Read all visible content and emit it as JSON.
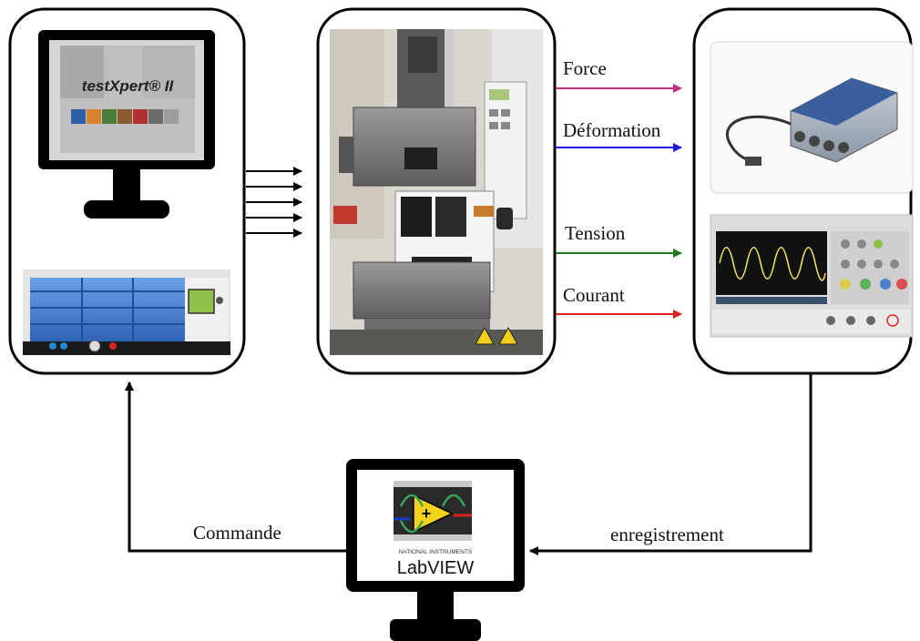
{
  "left_panel": {
    "software_logo_text": "testXpert® II"
  },
  "right_panel": {},
  "arrows": {
    "force_label": "Force",
    "deformation_label": "Déformation",
    "voltage_label": "Tension",
    "current_label": "Courant",
    "command_label": "Commande",
    "recording_label": "enregistrement"
  },
  "bottom_monitor": {
    "vendor_text": "NATIONAL INSTRUMENTS",
    "software_name": "LabVIEW"
  },
  "colors": {
    "force": "#c0307f",
    "deformation": "#1a1adf",
    "voltage": "#1f7a1f",
    "current": "#e02020",
    "outline": "#000000"
  }
}
